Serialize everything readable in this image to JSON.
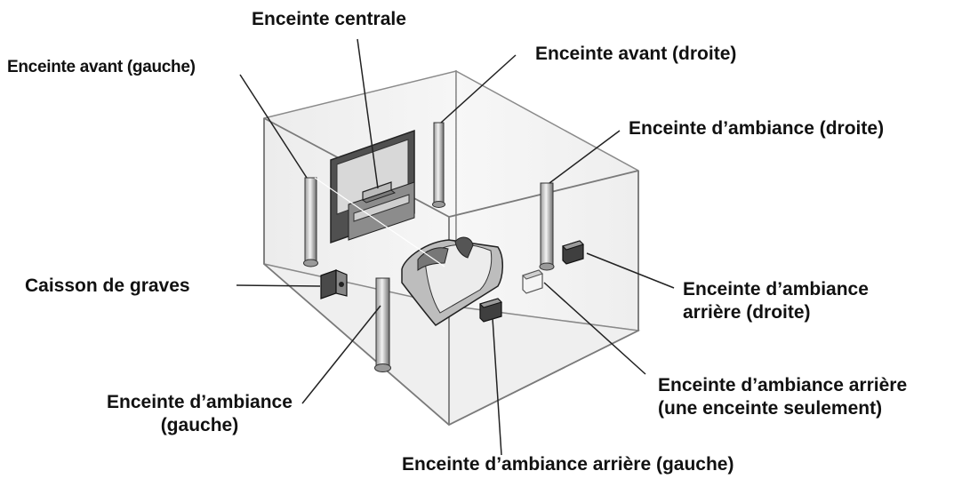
{
  "labels": {
    "center": "Enceinte centrale",
    "front_left": "Enceinte avant (gauche)",
    "front_right": "Enceinte avant (droite)",
    "surround_right": "Enceinte d’ambiance (droite)",
    "subwoofer": "Caisson de graves",
    "surround_back_right": {
      "line1": "Enceinte d’ambiance",
      "line2": "arrière (droite)"
    },
    "surround_back_single": {
      "line1": "Enceinte d’ambiance arrière",
      "line2": "(une enceinte seulement)"
    },
    "surround_left": {
      "line1": "Enceinte d’ambiance",
      "line2": "(gauche)"
    },
    "surround_back_left": "Enceinte d’ambiance arrière (gauche)"
  }
}
